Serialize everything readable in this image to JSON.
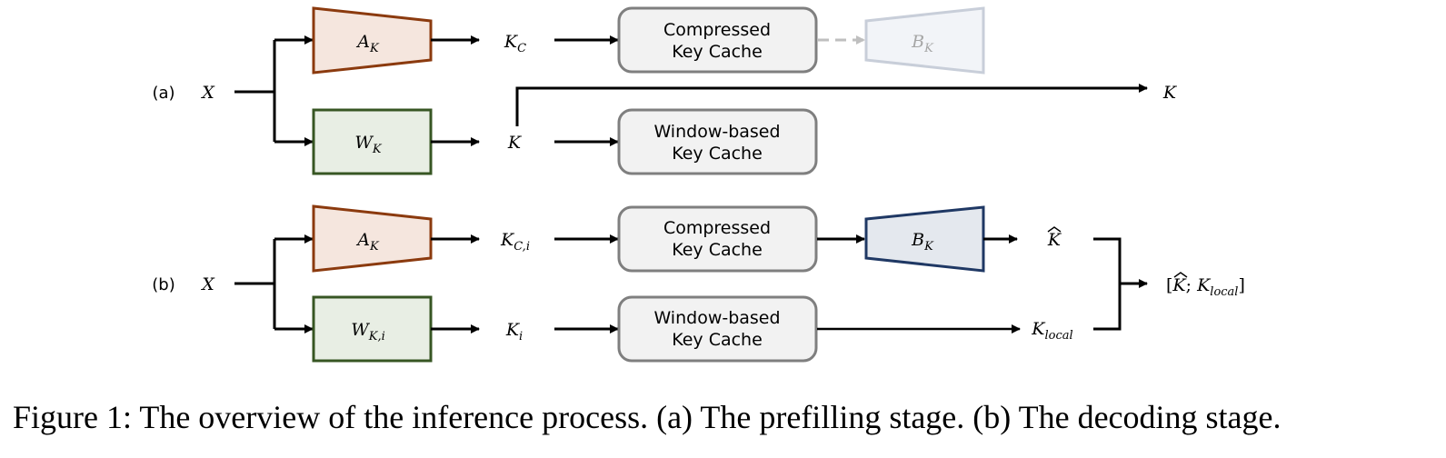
{
  "panels": {
    "a": {
      "label": "(a)",
      "input": "X",
      "encoder_a": {
        "main": "A",
        "sub": "K"
      },
      "encoder_w": {
        "main": "W",
        "sub": "K"
      },
      "kc_out": {
        "main": "K",
        "sub": "C"
      },
      "k_out": "K",
      "compressed_cache": [
        "Compressed",
        "Key Cache"
      ],
      "window_cache": [
        "Window-based",
        "Key Cache"
      ],
      "decoder_b": {
        "main": "B",
        "sub": "K"
      },
      "k_final": "K"
    },
    "b": {
      "label": "(b)",
      "input": "X",
      "encoder_a": {
        "main": "A",
        "sub": "K"
      },
      "encoder_w": {
        "main": "W",
        "sub": "K,i"
      },
      "kc_out": {
        "main": "K",
        "sub": "C,i"
      },
      "k_out": {
        "main": "K",
        "sub": "i"
      },
      "compressed_cache": [
        "Compressed",
        "Key Cache"
      ],
      "window_cache": [
        "Window-based",
        "Key Cache"
      ],
      "decoder_b": {
        "main": "B",
        "sub": "K"
      },
      "khat": "K",
      "klocal": {
        "main": "K",
        "sub": "local"
      },
      "concat": {
        "open": "[",
        "hat": "K",
        "sep": "; ",
        "main": "K",
        "sub": "local",
        "close": "]"
      }
    }
  },
  "caption": "Figure 1: The overview of the inference process. (a) The prefilling stage. (b) The decoding stage.",
  "colors": {
    "encoder_a_stroke": "#8B3A0E",
    "encoder_a_fill": "#F5E6DE",
    "encoder_w_stroke": "#375623",
    "encoder_w_fill": "#E8EEE4",
    "decoder_b_stroke": "#1F3864",
    "decoder_b_fill": "#E4E8EE",
    "decoder_b_faded_stroke": "#C8CED9",
    "decoder_b_faded_fill": "#F2F4F8",
    "cache_stroke": "#7F7F7F",
    "cache_fill": "#F2F2F2"
  }
}
